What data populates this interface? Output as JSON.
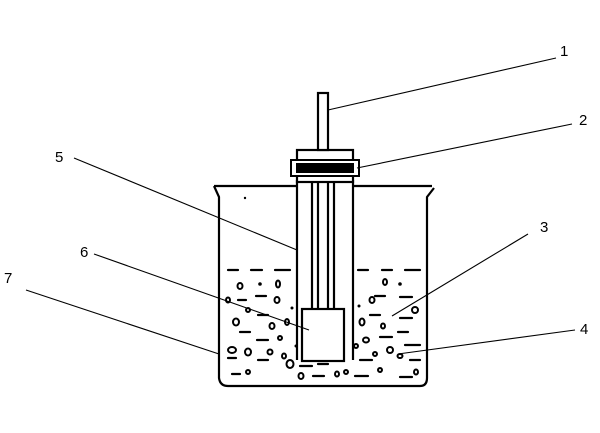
{
  "labels": [
    {
      "id": "1",
      "text": "1"
    },
    {
      "id": "2",
      "text": "2"
    },
    {
      "id": "3",
      "text": "3"
    },
    {
      "id": "4",
      "text": "4"
    },
    {
      "id": "5",
      "text": "5"
    },
    {
      "id": "6",
      "text": "6"
    },
    {
      "id": "7",
      "text": "7"
    }
  ],
  "colors": {
    "stroke": "#000000",
    "background": "#ffffff"
  }
}
